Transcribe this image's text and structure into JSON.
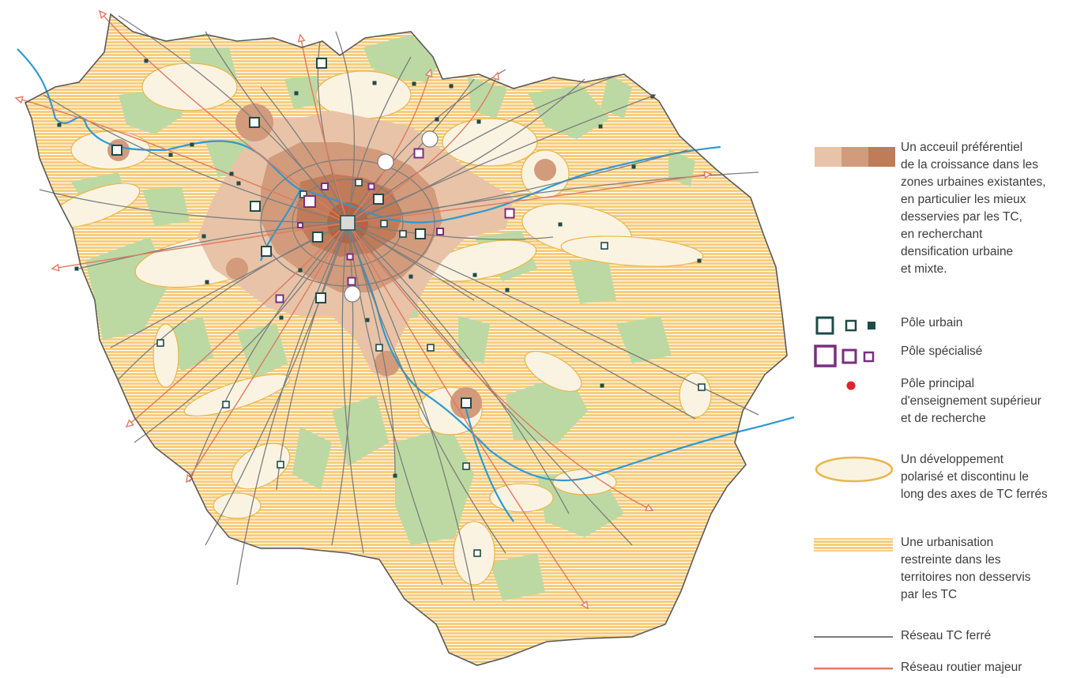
{
  "colors": {
    "background": "#ffffff",
    "restricted_fill": "#f7cd7e",
    "restricted_stripe": "#ffffff",
    "urban_light": "#e8c3a7",
    "urban_mid": "#d29b7c",
    "urban_dark": "#c07b58",
    "urban_core": "#b9613b",
    "halo_fill": "#fbf3e2",
    "halo_stroke": "#e9b64a",
    "green": "#bcd9a3",
    "river": "#2d9ad0",
    "rail": "#7d7d7d",
    "road": "#e07a60",
    "pole_urbain": "#1f4b47",
    "pole_specialise": "#7a2e7f",
    "pole_enseignement": "#e2232a",
    "border": "#5a5a5a"
  },
  "legend": {
    "accueil": {
      "lines": [
        "Un acceuil préférentiel",
        "de la croissance dans les",
        "zones urbaines existantes,",
        "en particulier les mieux",
        "desservies par les TC,",
        "en recherchant",
        "densification urbaine",
        "et mixte."
      ],
      "swatches": [
        "#e8c3a7",
        "#d29b7c",
        "#c07b58"
      ]
    },
    "pole_urbain": {
      "lines": [
        "Pôle urbain"
      ]
    },
    "pole_specialise": {
      "lines": [
        "Pôle spécialisé"
      ]
    },
    "pole_enseignement": {
      "lines": [
        "Pôle principal",
        "d'enseignement supérieur",
        "et de recherche"
      ]
    },
    "developpement": {
      "lines": [
        "Un développement",
        "polarisé et discontinu le",
        "long des axes de TC ferrés"
      ]
    },
    "urbanisation": {
      "lines": [
        "Une urbanisation",
        "restreinte dans les",
        "territoires non desservis",
        "par les TC"
      ]
    },
    "reseau_tc": {
      "lines": [
        "Réseau TC ferré"
      ]
    },
    "reseau_routier": {
      "lines": [
        "Réseau routier majeur"
      ]
    }
  }
}
